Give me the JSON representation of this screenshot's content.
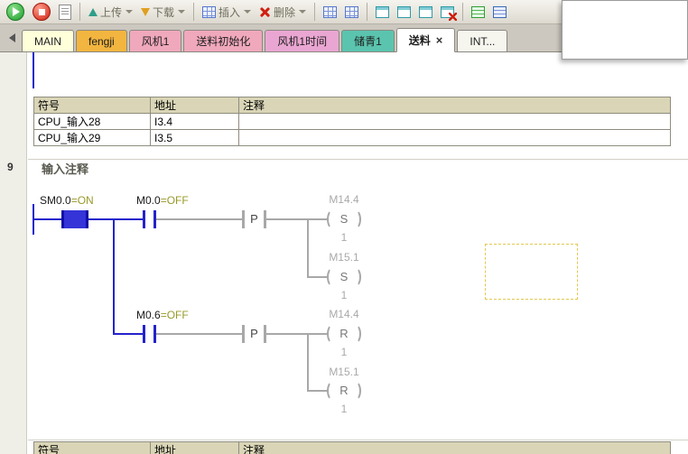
{
  "toolbar": {
    "upload_label": "上传",
    "download_label": "下载",
    "insert_label": "插入",
    "delete_label": "删除"
  },
  "tabs": [
    {
      "label": "MAIN"
    },
    {
      "label": "fengji"
    },
    {
      "label": "风机1"
    },
    {
      "label": "送料初始化"
    },
    {
      "label": "风机1时间"
    },
    {
      "label": "储青1"
    },
    {
      "label": "送料",
      "active": true,
      "close_label": "×"
    },
    {
      "label": "INT..."
    }
  ],
  "symbol_table": {
    "headers": [
      "符号",
      "地址",
      "注释"
    ],
    "rows": [
      {
        "symbol": "CPU_输入28",
        "address": "I3.4",
        "comment": ""
      },
      {
        "symbol": "CPU_输入29",
        "address": "I3.5",
        "comment": ""
      }
    ]
  },
  "network": {
    "number": "9",
    "title": "输入注释"
  },
  "ladder": {
    "rung1": {
      "contact1": {
        "name": "SM0.0",
        "state": "=ON"
      },
      "contact2": {
        "name": "M0.0",
        "state": "=OFF"
      },
      "edge": "P",
      "coils": [
        {
          "address": "M14.4",
          "type": "S",
          "operand": "1"
        },
        {
          "address": "M15.1",
          "type": "S",
          "operand": "1"
        }
      ]
    },
    "rung2": {
      "contact1": {
        "name": "M0.6",
        "state": "=OFF"
      },
      "edge": "P",
      "coils": [
        {
          "address": "M14.4",
          "type": "R",
          "operand": "1"
        },
        {
          "address": "M15.1",
          "type": "R",
          "operand": "1"
        }
      ]
    }
  },
  "bottom_table": {
    "headers": [
      "符号",
      "地址",
      "注释"
    ]
  },
  "colors": {
    "powered_wire": "#2323cb",
    "unpowered_wire": "#a8a8a8",
    "state_text": "#99992b",
    "tab_main": "#ffffda",
    "tab_fengji": "#f2b53f",
    "tab_fan1": "#f0a8bc",
    "tab_feed_init": "#f0a8bc",
    "tab_fan1_time": "#eaa6d2",
    "tab_chuqing1": "#5bc4ae",
    "tab_active": "#ffffff",
    "table_header_bg": "#d9d5b6",
    "selection_box_border": "#e3c84e"
  }
}
